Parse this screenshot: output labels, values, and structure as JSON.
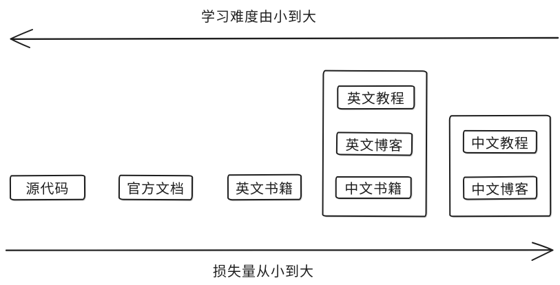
{
  "colors": {
    "stroke": "#1e1e1e",
    "background": "#ffffff"
  },
  "axis_top": {
    "label": "学习难度由小到大",
    "arrow_direction": "left"
  },
  "axis_bottom": {
    "label": "损失量从小到大",
    "arrow_direction": "right"
  },
  "nodes": [
    {
      "label": "源代码"
    },
    {
      "label": "官方文档"
    },
    {
      "label": "英文书籍"
    }
  ],
  "groups": [
    {
      "items": [
        {
          "label": "英文教程"
        },
        {
          "label": "英文博客"
        },
        {
          "label": "中文书籍"
        }
      ]
    },
    {
      "items": [
        {
          "label": "中文教程"
        },
        {
          "label": "中文博客"
        }
      ]
    }
  ]
}
